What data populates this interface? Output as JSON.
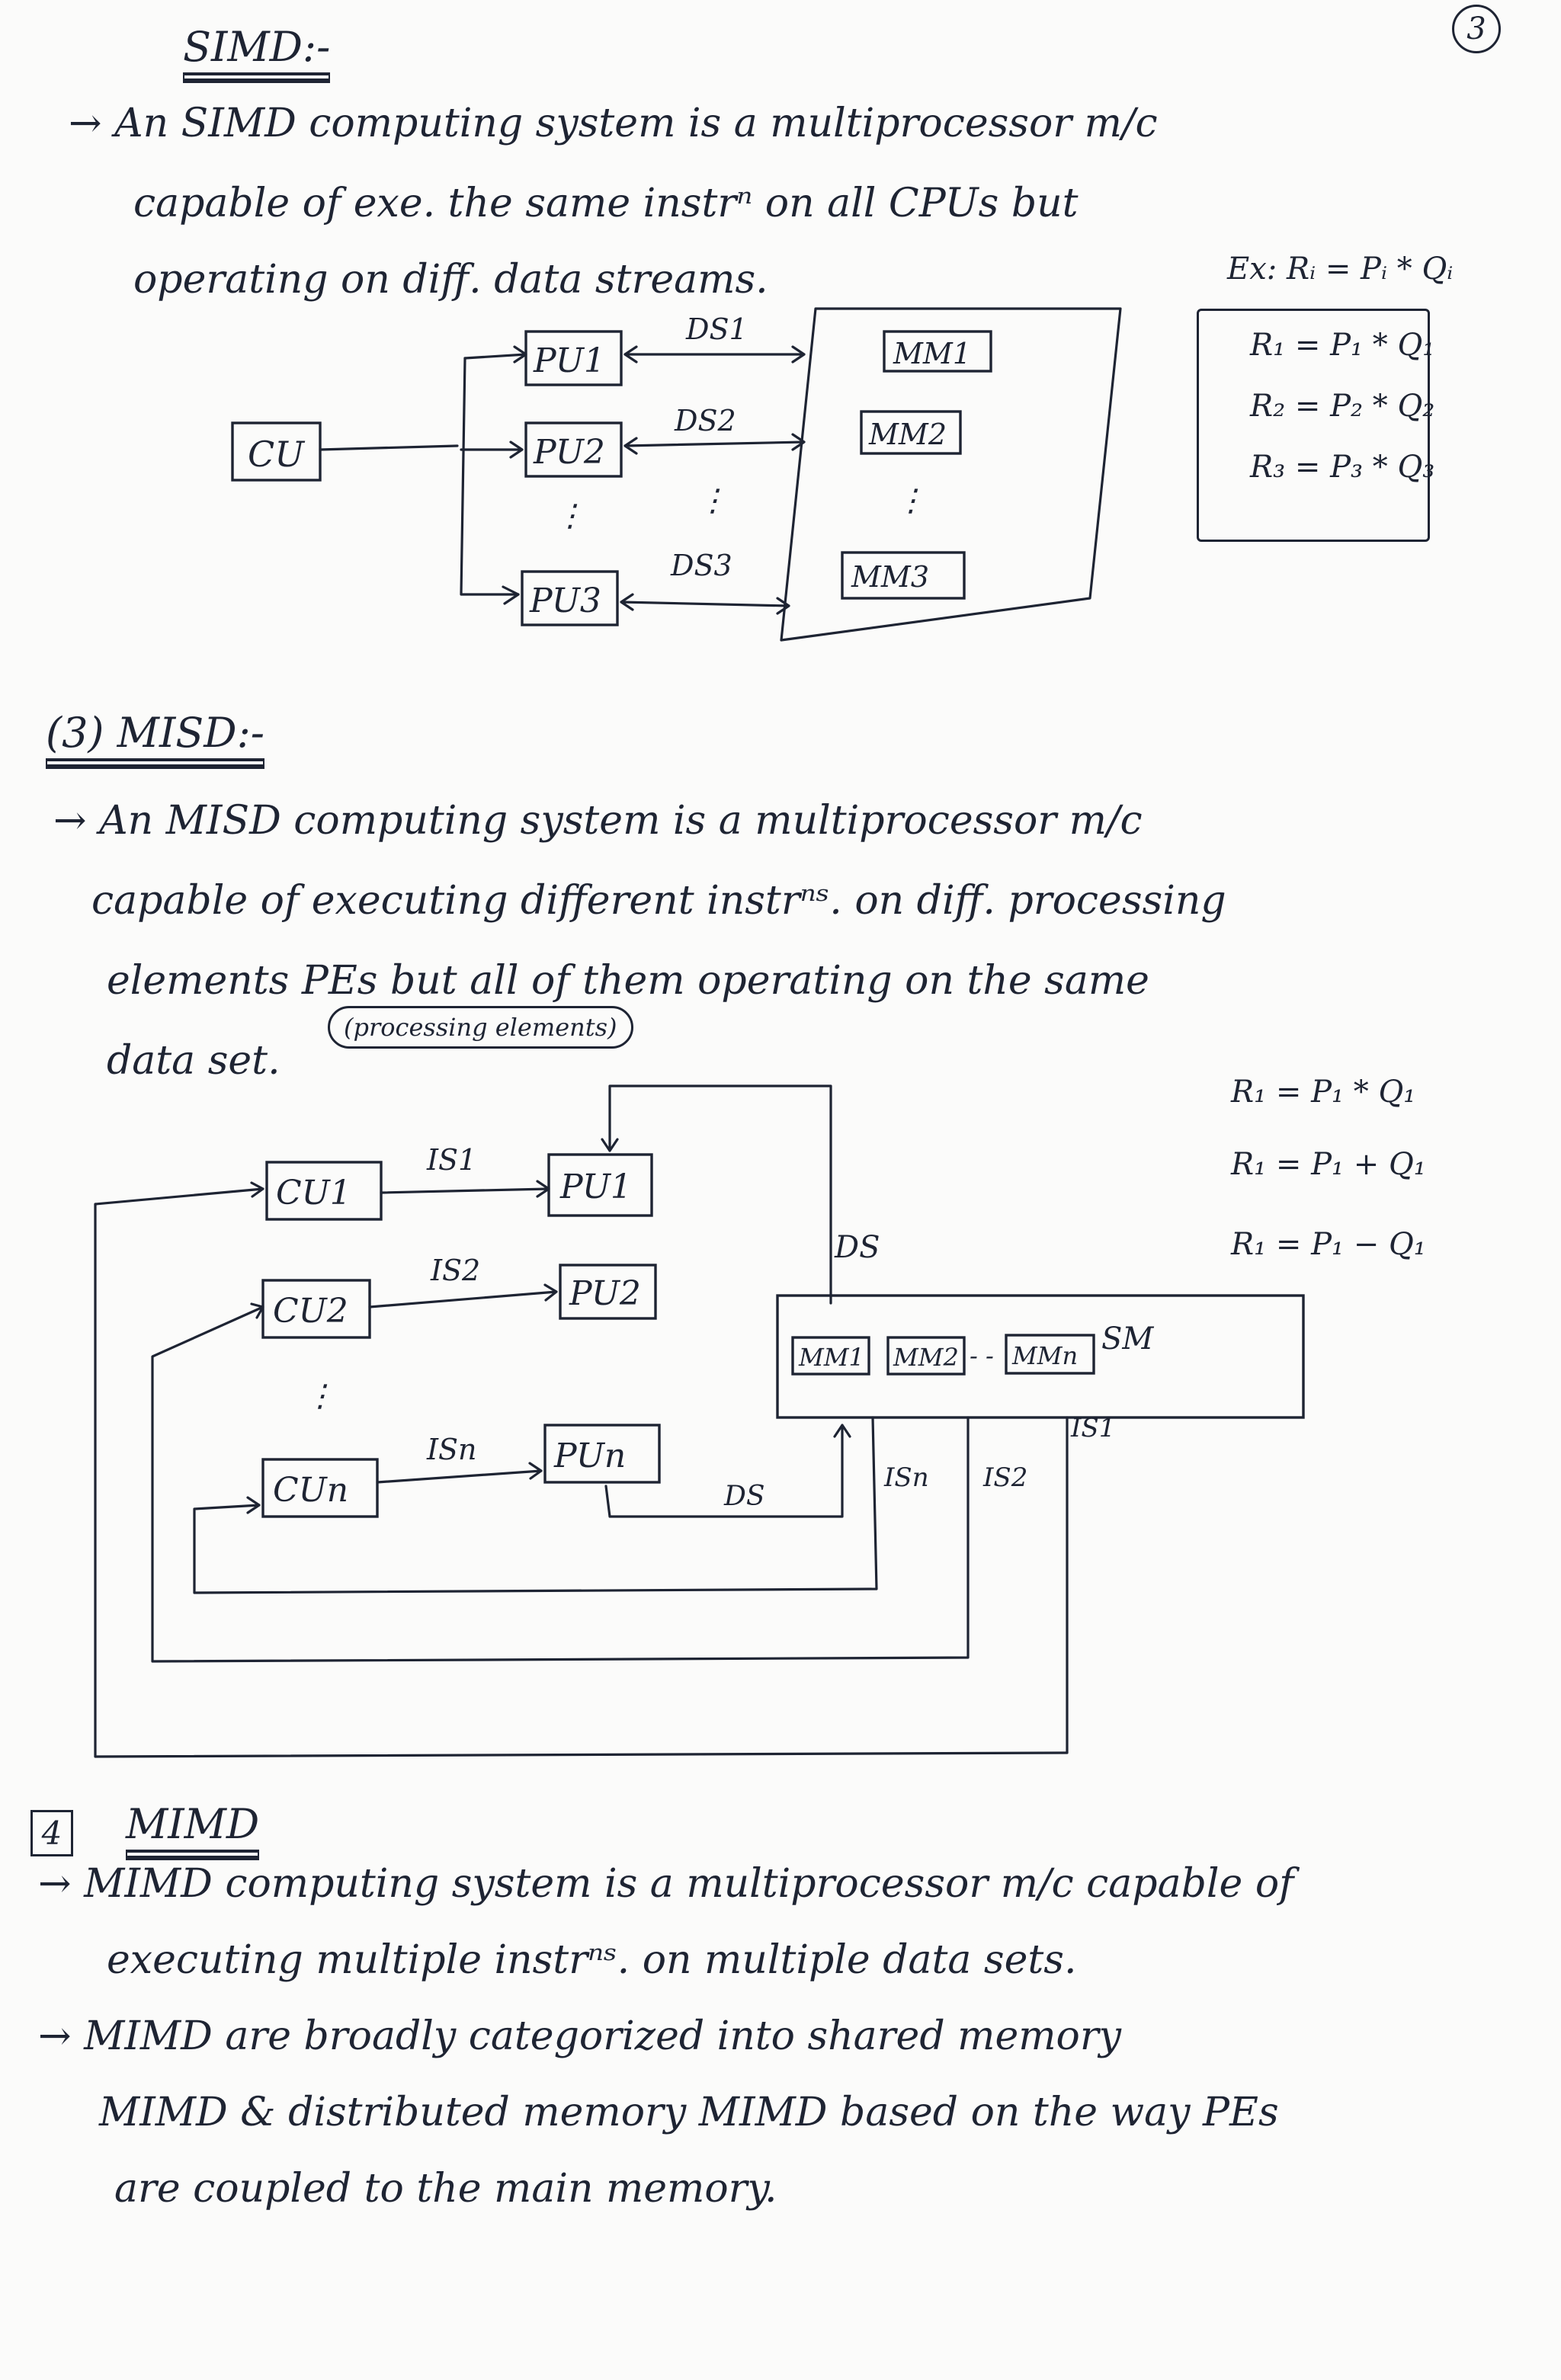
{
  "page_number": "3",
  "simd": {
    "heading": "SIMD:-",
    "para": [
      "→ An SIMD computing system is a multiprocessor m/c",
      "capable of exe. the same instrⁿ on all CPUs but",
      "operating on diff. data streams."
    ],
    "example_label": "Ex: Rᵢ = Pᵢ * Qᵢ",
    "example_eqs": [
      "R₁ = P₁ * Q₁",
      "R₂ = P₂ * Q₂",
      "R₃ = P₃ * Q₃"
    ],
    "diagram": {
      "cu": "CU",
      "pus": [
        "PU1",
        "PU2",
        "PU3"
      ],
      "streams": [
        "DS1",
        "DS2",
        "DS3"
      ],
      "mms": [
        "MM1",
        "MM2",
        "MM3"
      ]
    }
  },
  "misd": {
    "heading": "(3) MISD:-",
    "para": [
      "→ An MISD computing system is a multiprocessor m/c",
      "capable of executing different instrⁿˢ. on diff. processing",
      "elements PEs but all of them operating on the same",
      "data set."
    ],
    "note": "(processing elements)",
    "eqs": [
      "R₁ = P₁ * Q₁",
      "R₁ = P₁ + Q₁",
      "R₁ = P₁ − Q₁"
    ],
    "diagram": {
      "cus": [
        "CU1",
        "CU2",
        "CUn"
      ],
      "pus": [
        "PU1",
        "PU2",
        "PUn"
      ],
      "is_labels": [
        "IS1",
        "IS2",
        "ISn"
      ],
      "mms": [
        "MM1",
        "MM2",
        "MMn"
      ],
      "sm": "SM",
      "ds": "DS",
      "ds_bottom": "DS",
      "isn": "ISn",
      "is2": "IS2",
      "is1": "IS1"
    }
  },
  "mimd": {
    "heading_num": "4",
    "heading": "MIMD",
    "para": [
      "→ MIMD computing system is a multiprocessor m/c capable of",
      "executing multiple instrⁿˢ. on multiple data sets.",
      "→ MIMD are broadly categorized into shared memory",
      "MIMD & distributed memory MIMD based on the way PEs",
      "are coupled to the main memory."
    ]
  }
}
